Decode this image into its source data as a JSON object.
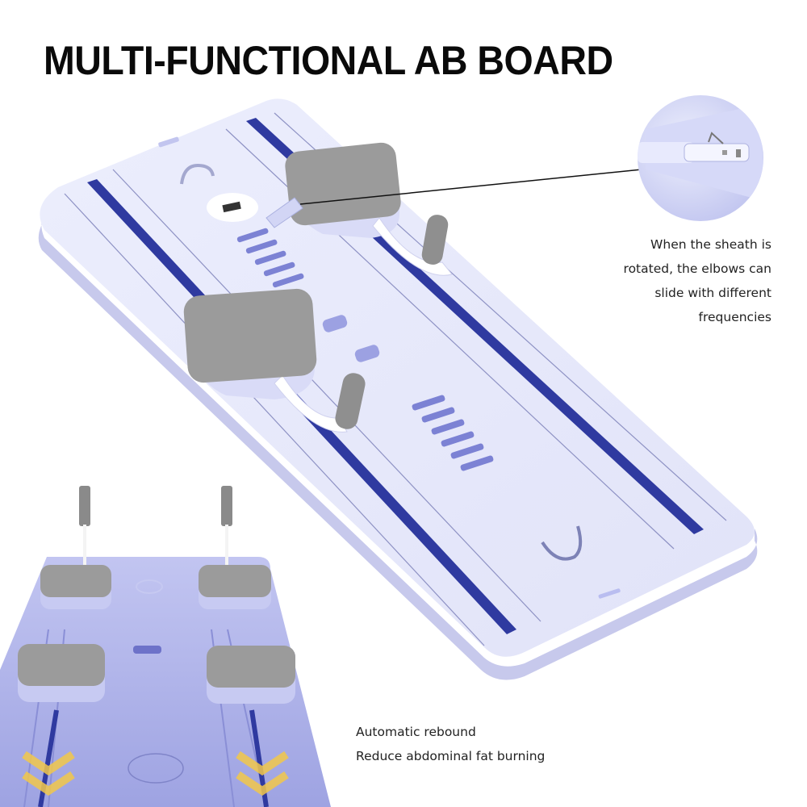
{
  "title": "MULTI-FUNCTIONAL AB BOARD",
  "callout": {
    "lines": [
      "When the sheath is",
      "rotated, the elbows can",
      "slide with different",
      "frequencies"
    ]
  },
  "features": {
    "lines": [
      "Automatic rebound",
      "Reduce abdominal fat burning"
    ]
  },
  "colors": {
    "board": "#e6e7fa",
    "board_edge": "#c9cbee",
    "rail": "#2f3aa0",
    "pad": "#9a9a9a",
    "inset_board": "#a7abe6",
    "arrow": "#f2c84b"
  },
  "icons": {
    "main_board": "ab-board-product-image",
    "detail_zoom": "sheath-detail-zoom",
    "inset": "inset-board-with-springs"
  }
}
